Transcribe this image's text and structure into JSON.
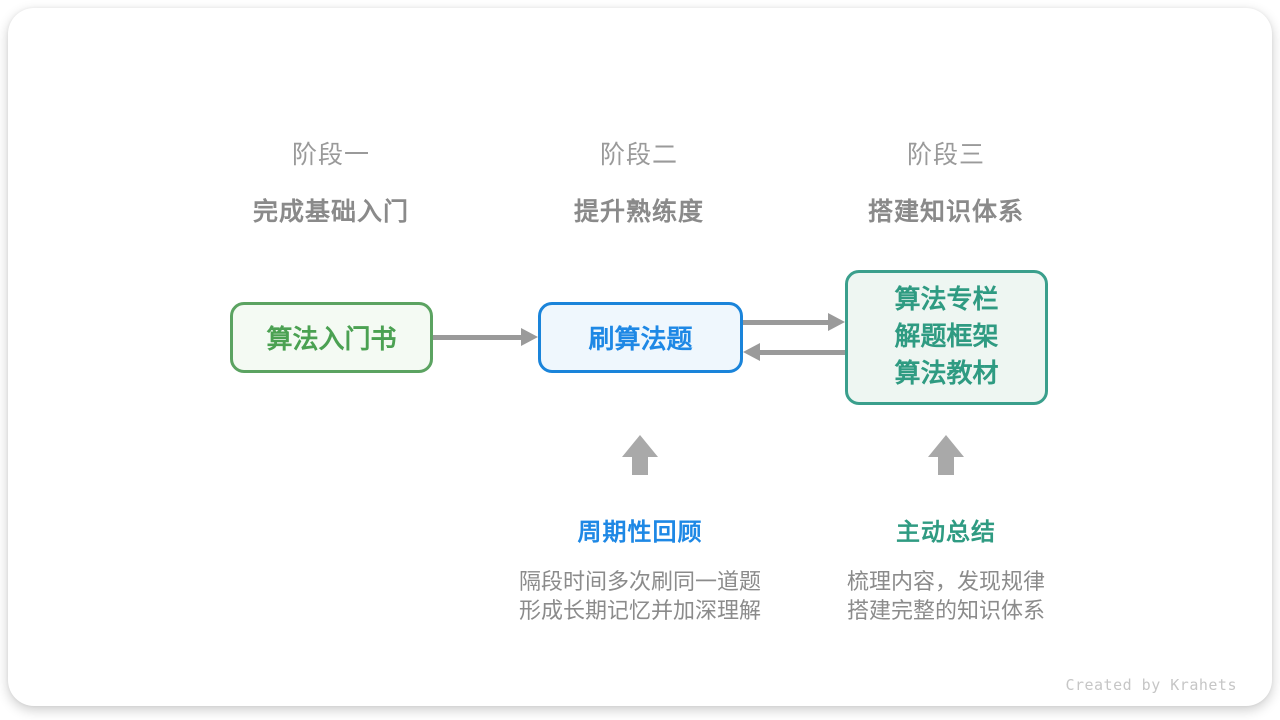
{
  "stages": [
    {
      "label": "阶段一",
      "subtitle": "完成基础入门"
    },
    {
      "label": "阶段二",
      "subtitle": "提升熟练度"
    },
    {
      "label": "阶段三",
      "subtitle": "搭建知识体系"
    }
  ],
  "nodes": {
    "intro_book": {
      "label": "算法入门书"
    },
    "practice": {
      "label": "刷算法题"
    },
    "resources": {
      "lines": [
        "算法专栏",
        "解题框架",
        "算法教材"
      ]
    }
  },
  "callouts": {
    "review": {
      "title": "周期性回顾",
      "lines": [
        "隔段时间多次刷同一道题",
        "形成长期记忆并加深理解"
      ]
    },
    "summarize": {
      "title": "主动总结",
      "lines": [
        "梳理内容，发现规律",
        "搭建完整的知识体系"
      ]
    }
  },
  "footer": {
    "credit": "Created by Krahets"
  },
  "colors": {
    "green_text": "#4ba152",
    "green_border": "#5ba361",
    "green_bg": "#f4faf3",
    "blue_text": "#1e88e5",
    "blue_border": "#1a84da",
    "blue_bg": "#eff7fd",
    "teal_text": "#2f9b82",
    "teal_border": "#3a9f8c",
    "teal_bg": "#eef6f2",
    "arrow_gray": "#9a9a9a",
    "up_arrow_gray": "#a9a9a9",
    "stage_label_gray": "#9a9a9a",
    "stage_subtitle_gray": "#8a8a8a",
    "desc_gray": "#8b8b8b",
    "credit_gray": "#c6c6c6"
  }
}
